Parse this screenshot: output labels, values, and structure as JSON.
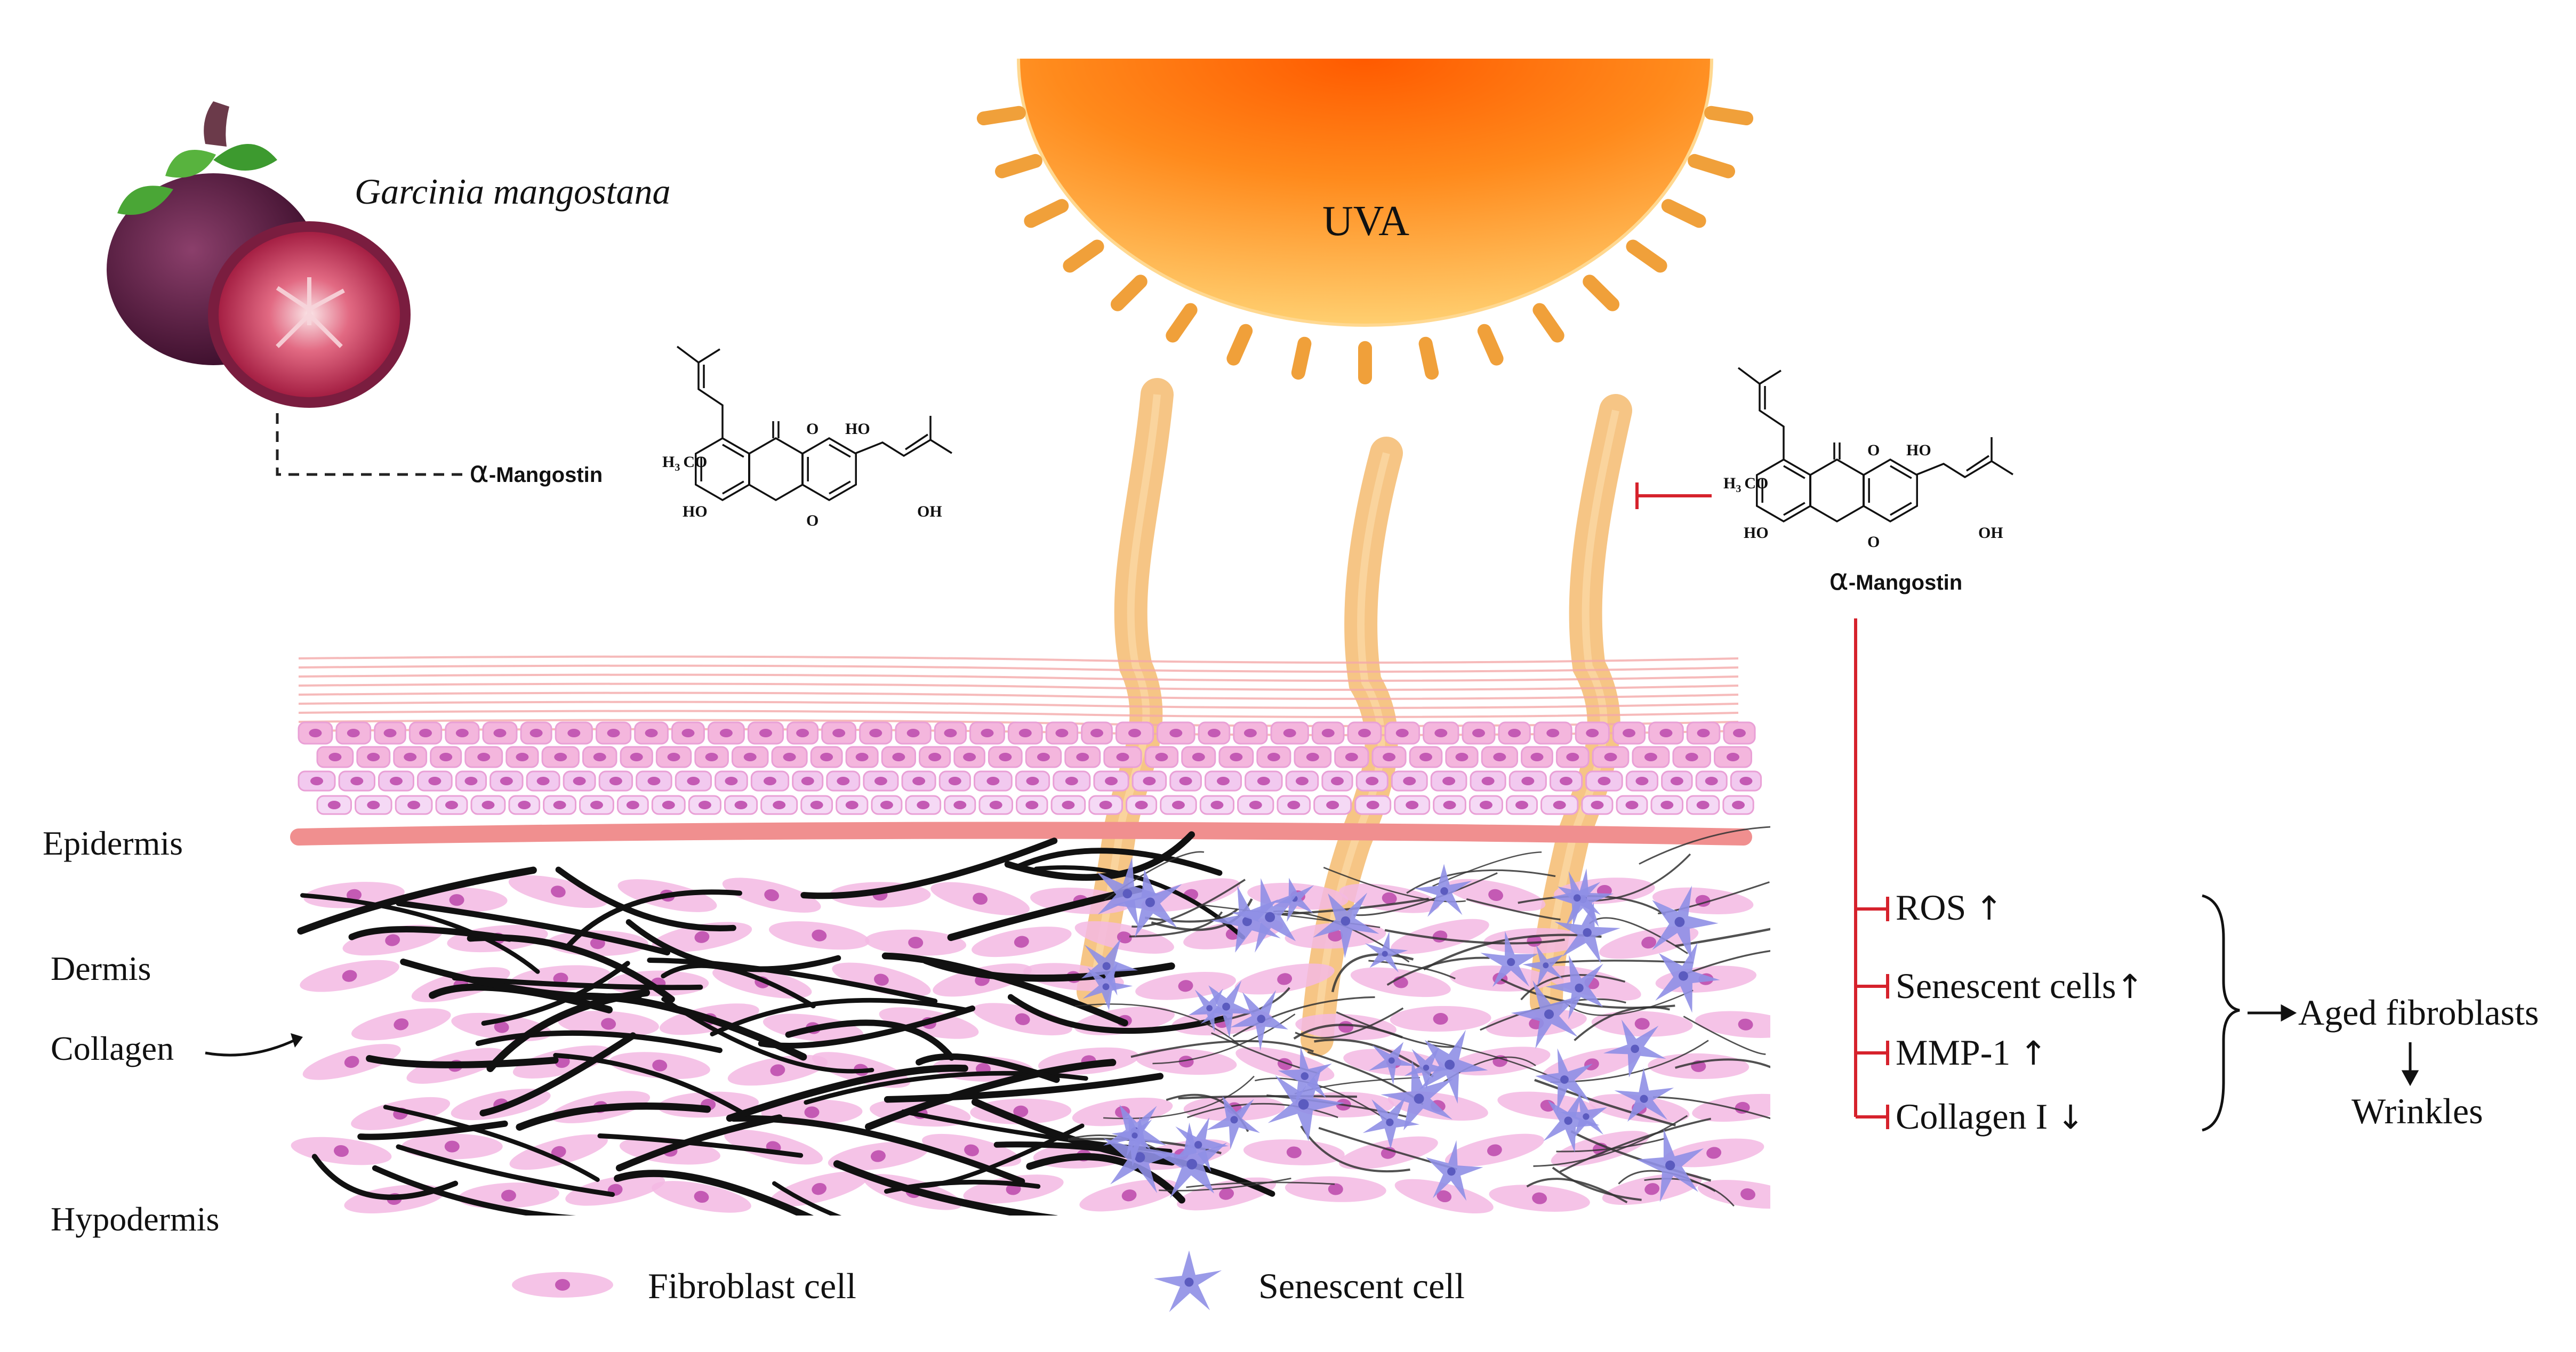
{
  "source": {
    "species": "Garcinia mangostana",
    "compound_short": "-Mangostin",
    "alpha": "α"
  },
  "sun": {
    "label": "UVA"
  },
  "molecule": {
    "methoxy_h": "H",
    "methoxy_sub": "3",
    "methoxy_co": "CO",
    "oxo": "O",
    "hydroxyl_top": "HO",
    "hydroxyl_left": "HO",
    "hydroxyl_right": "OH",
    "ring_oxygen": "O",
    "compound_name": "-Mangostin"
  },
  "layers": {
    "epidermis": "Epidermis",
    "dermis": "Dermis",
    "collagen": "Collagen",
    "hypodermis": "Hypodermis"
  },
  "effects": [
    {
      "label": "ROS",
      "direction": "up"
    },
    {
      "label": "Senescent cells",
      "direction": "up"
    },
    {
      "label": "MMP-1",
      "direction": "up"
    },
    {
      "label": "Collagen I",
      "direction": "down"
    }
  ],
  "outcomes": {
    "aged": "Aged fibroblasts",
    "wrinkles": "Wrinkles"
  },
  "legend": {
    "fibroblast": "Fibroblast cell",
    "senescent": "Senescent cell"
  },
  "glyphs": {
    "up": "↑",
    "down": "↓"
  },
  "colors": {
    "inhibit": "#d6222c",
    "sun_core": "#ff6a00",
    "sun_edge": "#ffd36a",
    "ray": "#f0a03a",
    "uv_beam": "#f4b563",
    "cell_pink": "#f3b8e3",
    "cell_nucleus": "#c45ab4",
    "senescent_blue": "#8f8fe6",
    "basement": "#f08f8f",
    "collagen": "#111111",
    "mangosteen_skin": "#6a1f4a",
    "mangosteen_flesh": "#c21f4a",
    "leaf": "#3d9a2f"
  }
}
